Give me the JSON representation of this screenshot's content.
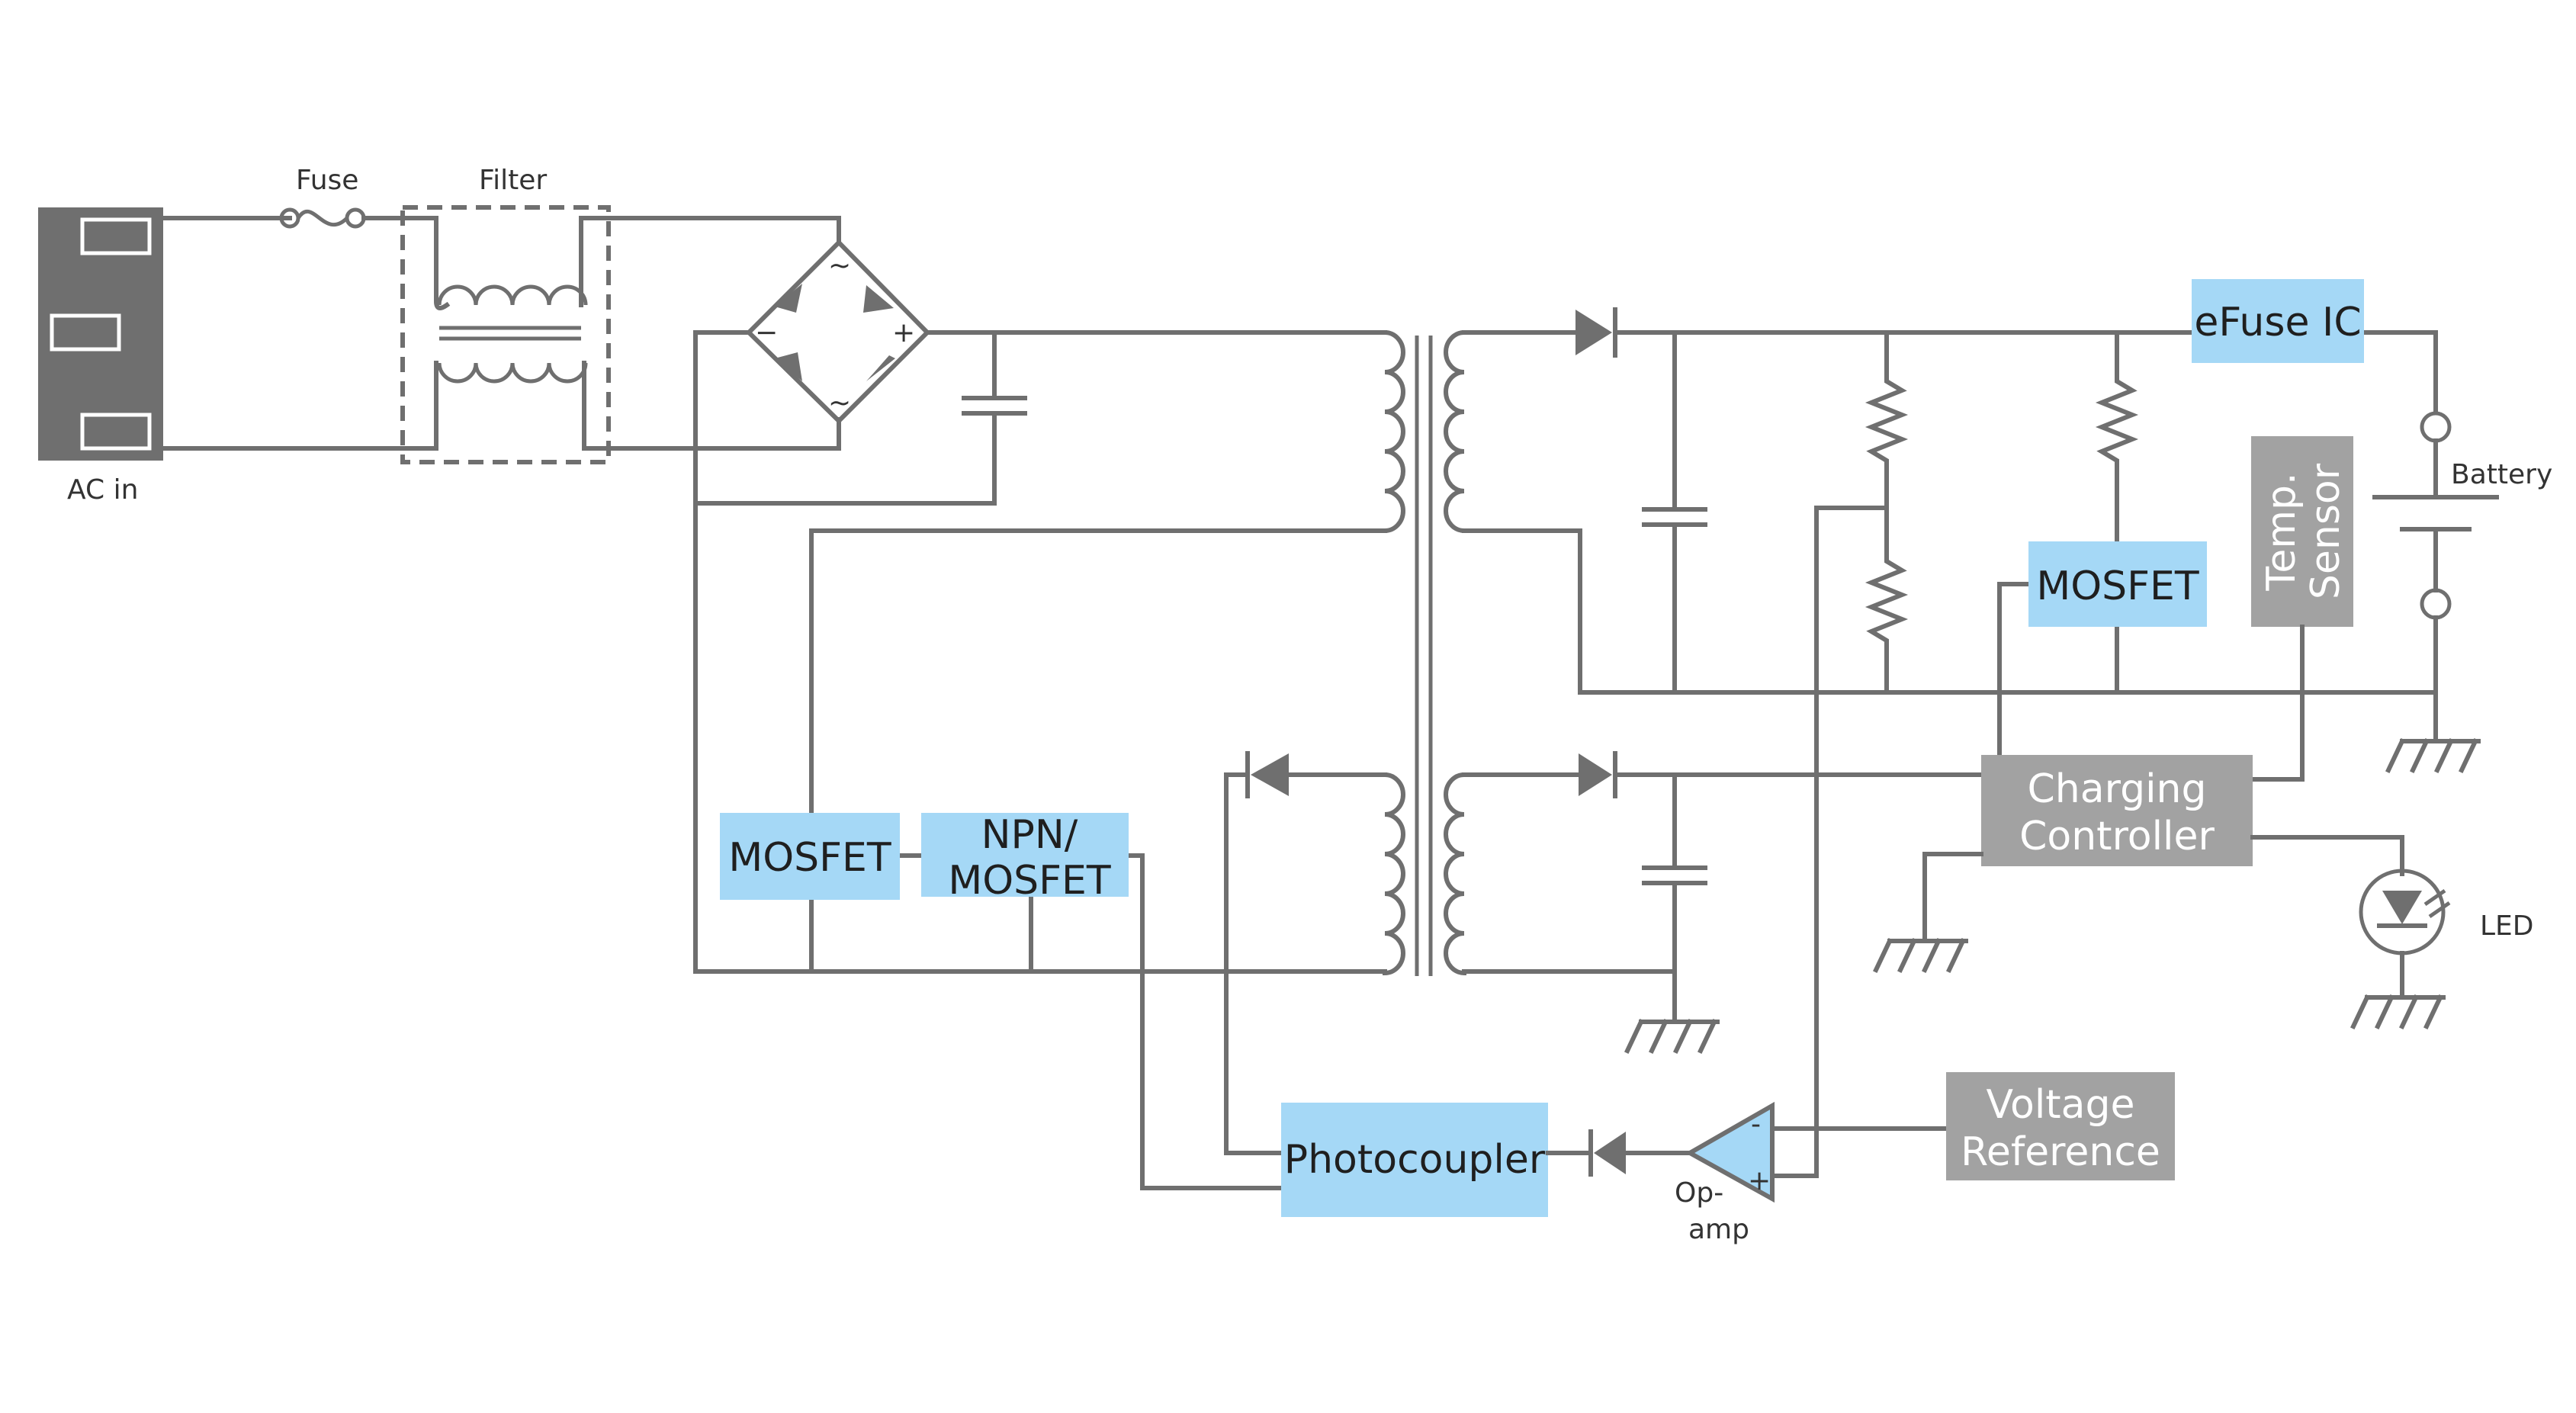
{
  "labels": {
    "fuse": "Fuse",
    "filter": "Filter",
    "ac_in": "AC in",
    "battery": "Battery",
    "led": "LED",
    "op_amp_line1": "Op-",
    "op_amp_line2": "amp",
    "bridge_plus": "+",
    "bridge_minus": "−",
    "bridge_ac": "~",
    "opamp_minus": "-",
    "opamp_plus": "+"
  },
  "blocks": {
    "efuse": "eFuse IC",
    "mosfet_secondary": "MOSFET",
    "temp_sensor_line1": "Temp.",
    "temp_sensor_line2": "Sensor",
    "mosfet_primary": "MOSFET",
    "npn_line1": "NPN/",
    "npn_line2": "MOSFET",
    "charging_line1": "Charging",
    "charging_line2": "Controller",
    "photocoupler": "Photocoupler",
    "voltage_line1": "Voltage",
    "voltage_line2": "Reference"
  },
  "colors": {
    "wire": "#6f6f6f",
    "blue_block": "#a5d8f6",
    "gray_block": "#a2a2a2"
  }
}
